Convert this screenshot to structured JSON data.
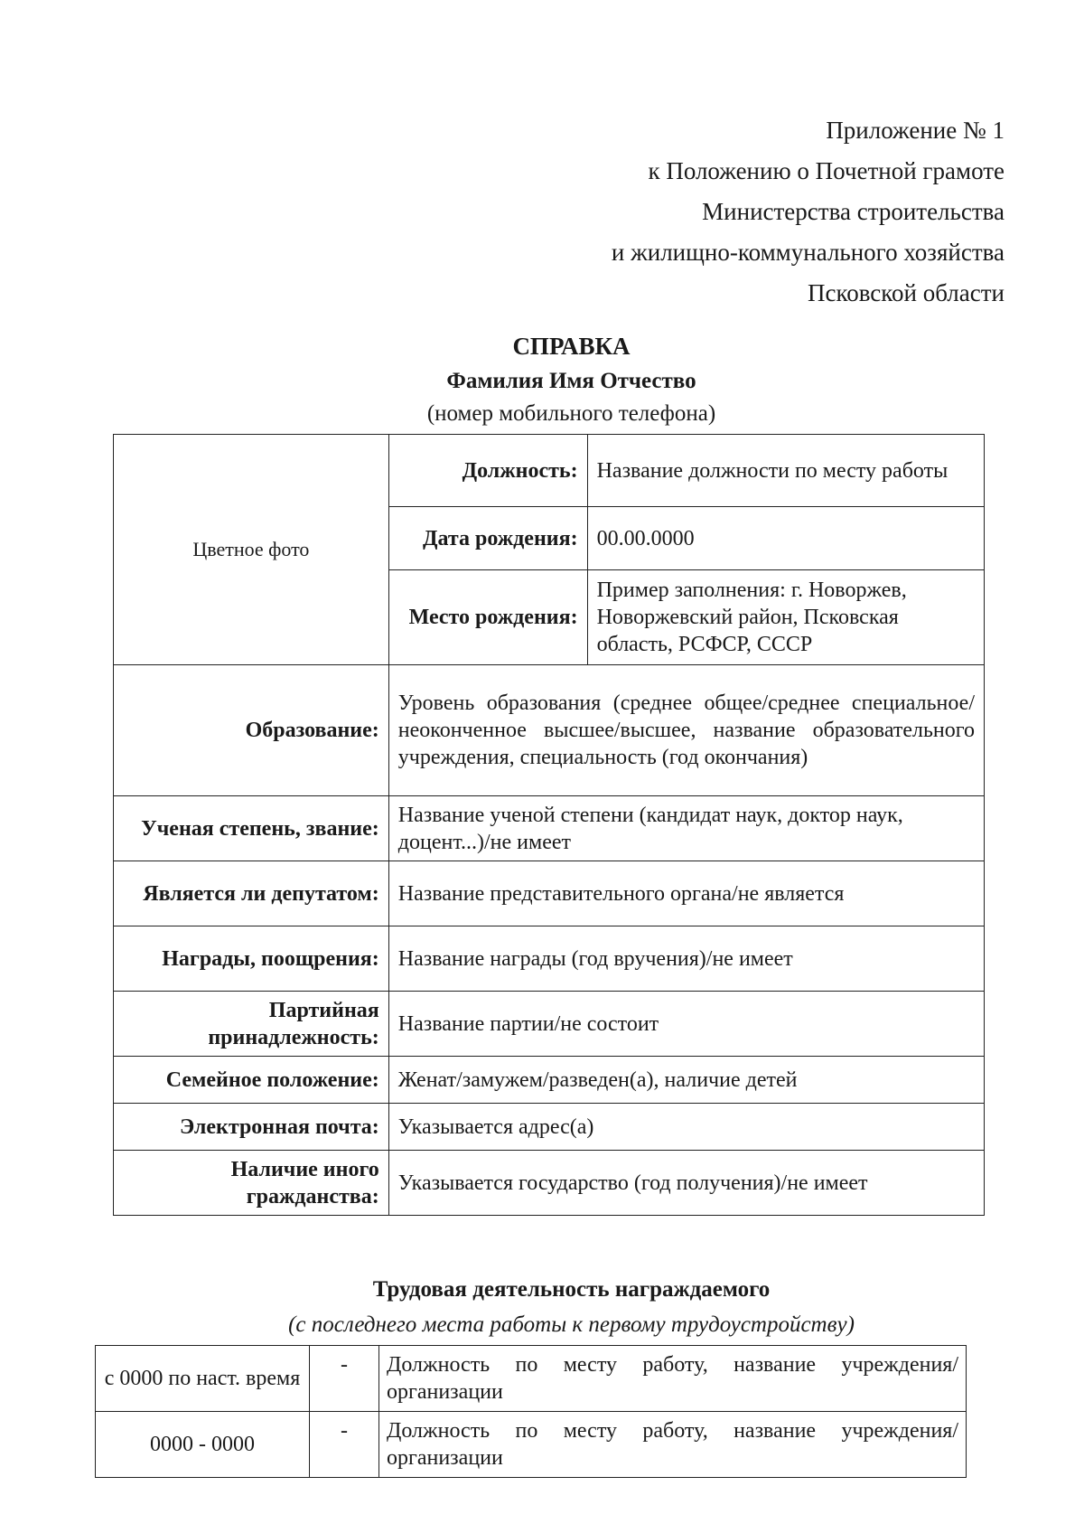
{
  "appendix": {
    "lines": [
      "Приложение № 1",
      "к Положению о Почетной грамоте",
      "Министерства строительства",
      "и жилищно-коммунального хозяйства",
      "Псковской области"
    ]
  },
  "header": {
    "title": "СПРАВКА",
    "fio": "Фамилия Имя Отчество",
    "phone": "(номер мобильного телефона)"
  },
  "info": {
    "photo": "Цветное фото",
    "position_label": "Должность:",
    "position_value": "Название должности по месту работы",
    "birthdate_label": "Дата рождения:",
    "birthdate_value": "00.00.0000",
    "birthplace_label": "Место рождения:",
    "birthplace_value": "Пример заполнения: г. Новоржев, Новоржевский район, Псковская область, РСФСР, СССР",
    "education_label": "Образование:",
    "education_value": "Уровень образования (среднее общее/среднее специальное/неоконченное высшее/высшее, название образовательного учреждения, специальность (год окончания)",
    "degree_label": "Ученая степень, звание:",
    "degree_value": "Название ученой степени (кандидат наук, доктор наук, доцент...)/не имеет",
    "deputy_label": "Является ли депутатом:",
    "deputy_value": "Название представительного органа/не является",
    "awards_label": "Награды, поощрения:",
    "awards_value": "Название награды (год вручения)/не имеет",
    "party_label": "Партийная принадлежность:",
    "party_value": "Название партии/не состоит",
    "family_label": "Семейное положение:",
    "family_value": "Женат/замужем/разведен(а), наличие детей",
    "email_label": "Электронная почта:",
    "email_value": "Указывается адрес(а)",
    "citizenship_label": "Наличие иного гражданства:",
    "citizenship_value": "Указывается государство (год получения)/не имеет"
  },
  "work": {
    "title": "Трудовая деятельность награждаемого",
    "subtitle": "(с последнего места работы к первому трудоустройству)",
    "rows": [
      {
        "period": "с 0000 по наст. время",
        "dash": "-",
        "desc": "Должность по месту работу, название учреждения/организации"
      },
      {
        "period": "0000 - 0000",
        "dash": "-",
        "desc": "Должность по месту работу, название учреждения/организации"
      }
    ]
  }
}
